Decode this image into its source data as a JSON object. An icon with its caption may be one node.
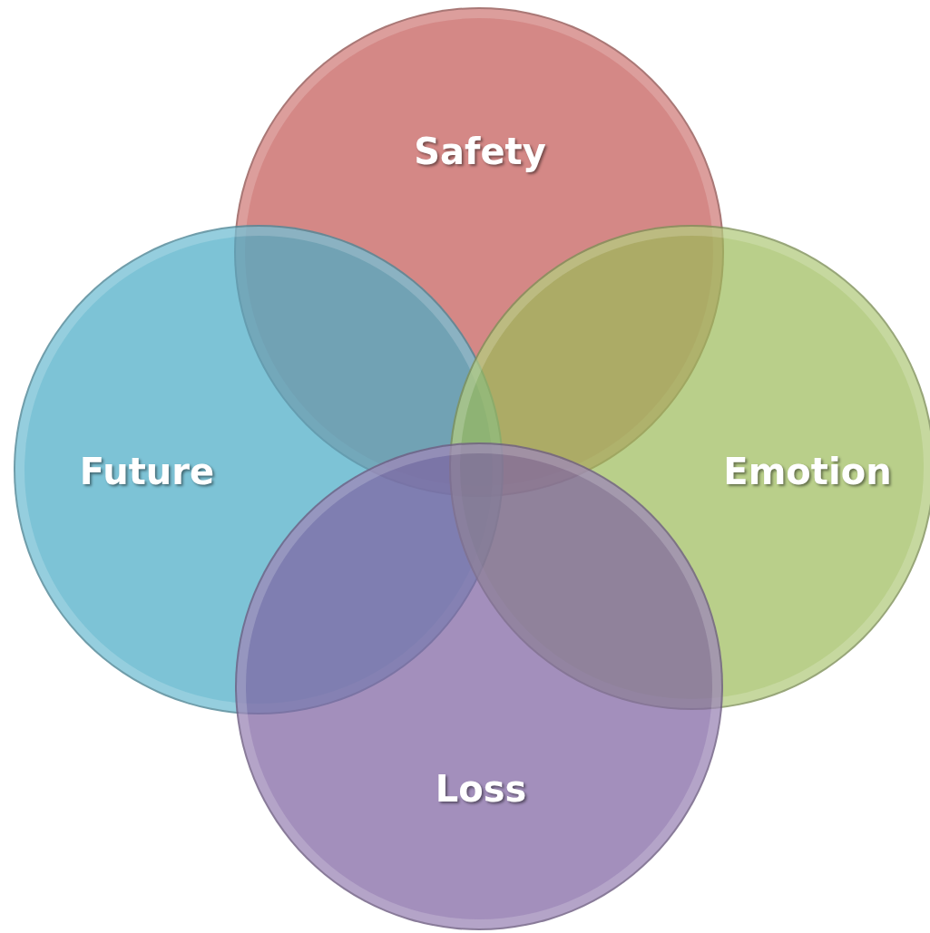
{
  "diagram": {
    "nodes": [
      {
        "text": [
          "Safety"
        ]
      },
      {
        "text": [
          "Future"
        ]
      },
      {
        "text": [
          "Emotion"
        ]
      },
      {
        "text": [
          "Loss"
        ]
      }
    ]
  }
}
